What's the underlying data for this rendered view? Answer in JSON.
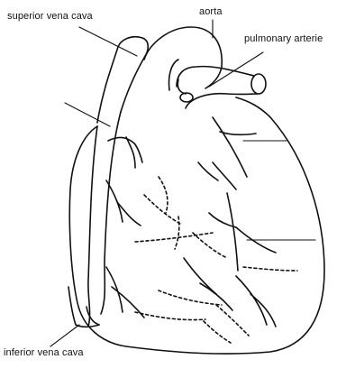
{
  "labels": {
    "superior_vena_cava": "superior vena cava",
    "aorta": "aorta",
    "pulmonary_arterie": "pulmonary arterie",
    "inferior_vena_cava": "inferior vena cava"
  },
  "colors": {
    "stroke": "#111111",
    "background": "#ffffff"
  }
}
